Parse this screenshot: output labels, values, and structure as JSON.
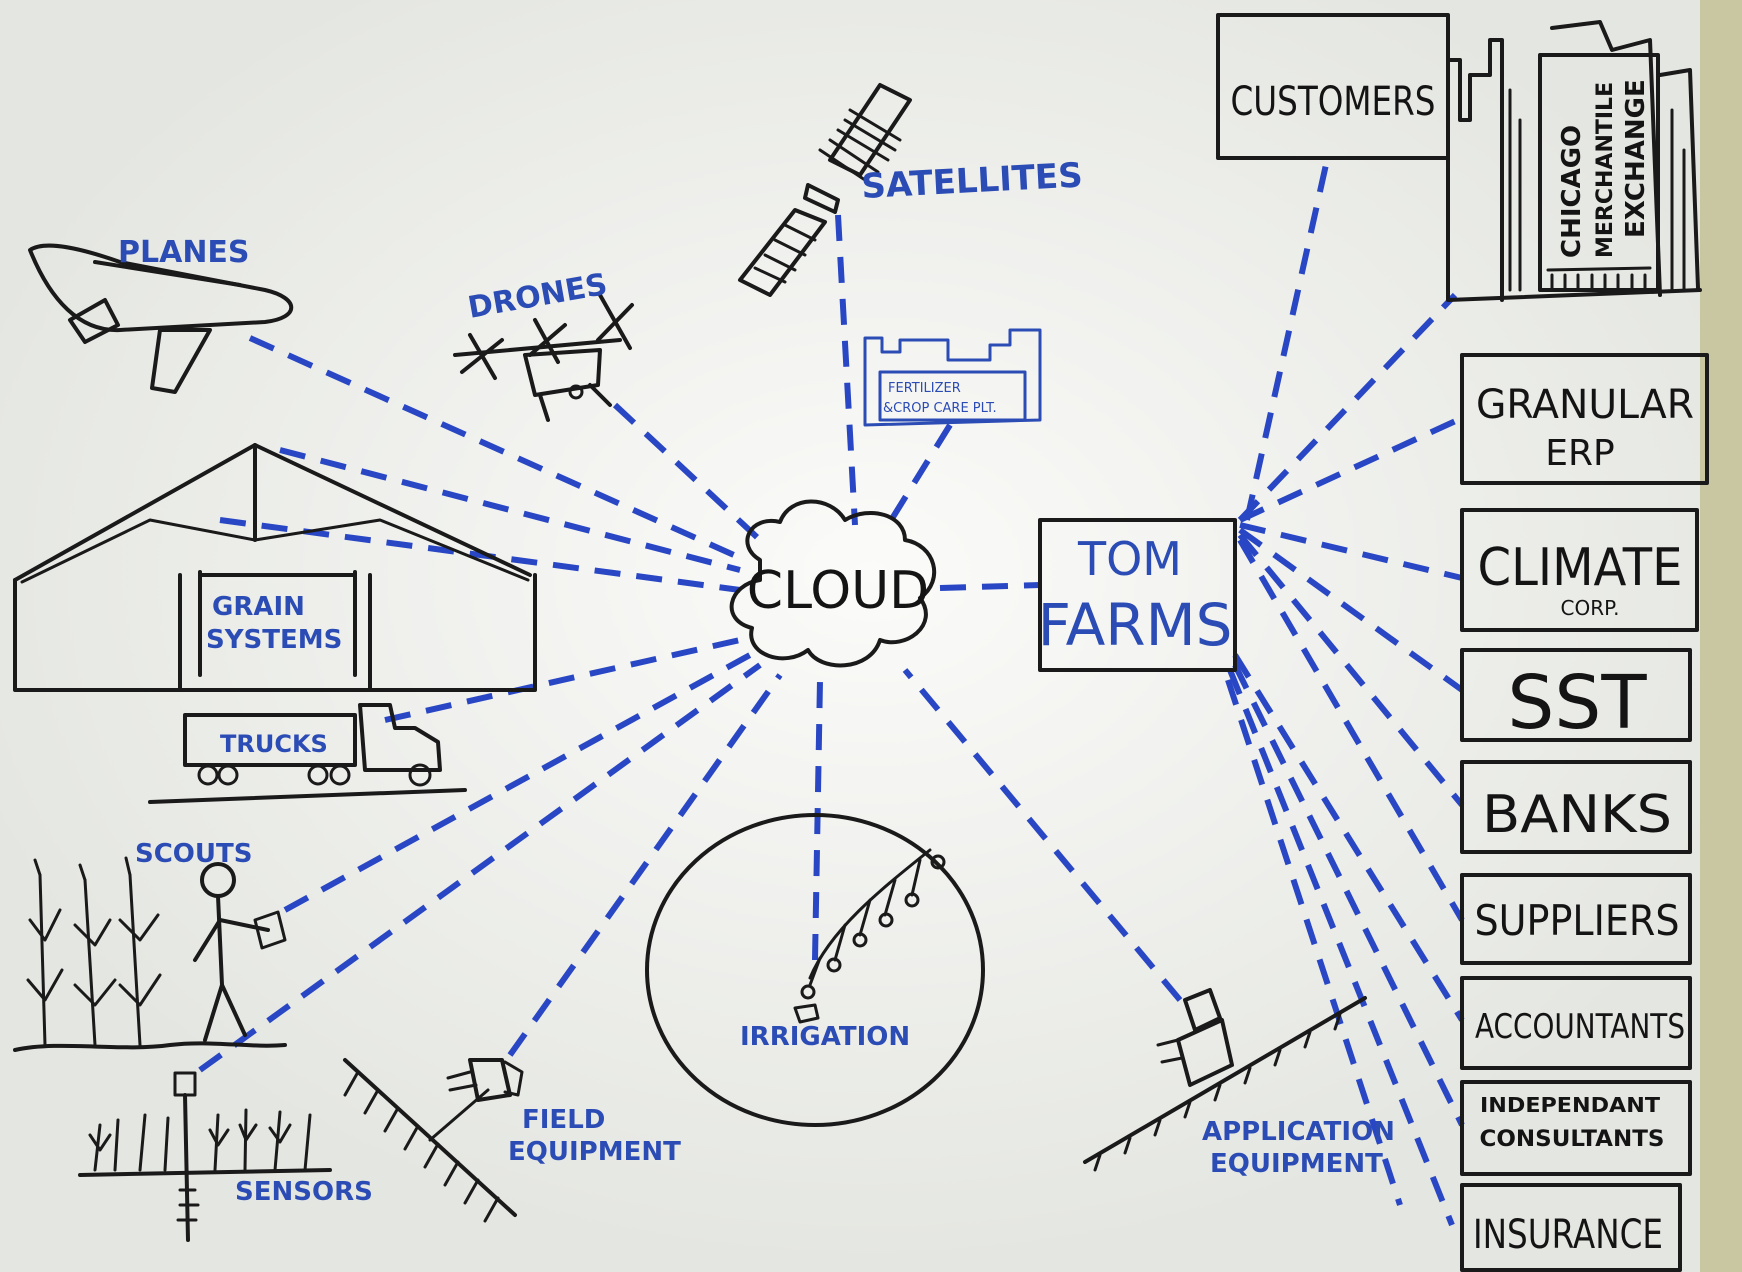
{
  "hub": {
    "cloud": "CLOUD",
    "farm_line1": "TOM",
    "farm_line2": "FARMS"
  },
  "sources": {
    "planes": "PLANES",
    "drones": "DRONES",
    "satellites": "SATELLITES",
    "fertilizer_line1": "FERTILIZER",
    "fertilizer_line2": "&CROP CARE PLT.",
    "grain_line1": "GRAIN",
    "grain_line2": "SYSTEMS",
    "trucks": "TRUCKS",
    "scouts": "SCOUTS",
    "sensors": "SENSORS",
    "field_line1": "FIELD",
    "field_line2": "EQUIPMENT",
    "irrigation": "IRRIGATION",
    "application_line1": "APPLICATION",
    "application_line2": "EQUIPMENT"
  },
  "partners": {
    "customers": "CUSTOMERS",
    "cme_line1": "CHICAGO",
    "cme_line2": "MERCHANTILE",
    "cme_line3": "EXCHANGE",
    "granular_line1": "GRANULAR",
    "granular_line2": "ERP",
    "climate_line1": "CLIMATE",
    "climate_line2": "CORP.",
    "sst": "SST",
    "banks": "BANKS",
    "suppliers": "SUPPLIERS",
    "accountants": "ACCOUNTANTS",
    "consultants_line1": "INDEPENDANT",
    "consultants_line2": "CONSULTANTS",
    "insurance": "INSURANCE"
  },
  "colors": {
    "board": "#eef0ec",
    "marker_blue": "#2b4bb5",
    "marker_black": "#1a1a1a"
  }
}
